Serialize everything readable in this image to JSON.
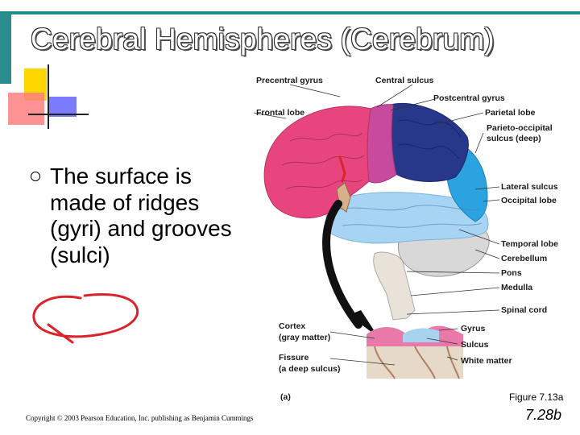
{
  "slide": {
    "title": "Cerebral Hemispheres (Cerebrum)",
    "bullet": "The surface is made of ridges (gyri) and grooves (sulci)",
    "figure_label": "Figure 7.13a",
    "copyright": "Copyright © 2003 Pearson Education, Inc. publishing as Benjamin Cummings",
    "slide_number": "7.28b"
  },
  "diagram": {
    "labels": {
      "precentral_gyrus": "Precentral gyrus",
      "central_sulcus": "Central sulcus",
      "postcentral_gyrus": "Postcentral gyrus",
      "frontal_lobe": "Frontal lobe",
      "parietal_lobe": "Parietal lobe",
      "parieto_occipital_1": "Parieto-occipital",
      "parieto_occipital_2": "sulcus (deep)",
      "lateral_sulcus": "Lateral sulcus",
      "occipital_lobe": "Occipital lobe",
      "temporal_lobe": "Temporal lobe",
      "cerebellum": "Cerebellum",
      "pons": "Pons",
      "medulla": "Medulla",
      "spinal_cord": "Spinal cord",
      "cortex_1": "Cortex",
      "cortex_2": "(gray matter)",
      "fissure_1": "Fissure",
      "fissure_2": "(a deep sulcus)",
      "gyrus": "Gyrus",
      "sulcus": "Sulcus",
      "white_matter": "White matter",
      "panel": "(a)"
    },
    "colors": {
      "frontal": "#e8457e",
      "parietal": "#27388a",
      "postcentral": "#c84a9e",
      "occipital": "#2aa3e0",
      "temporal": "#a7d4f2",
      "cerebellum": "#d8d8d8",
      "brainstem": "#e9e2d8",
      "annotation": "#d9242b",
      "arrow": "#111111"
    }
  }
}
